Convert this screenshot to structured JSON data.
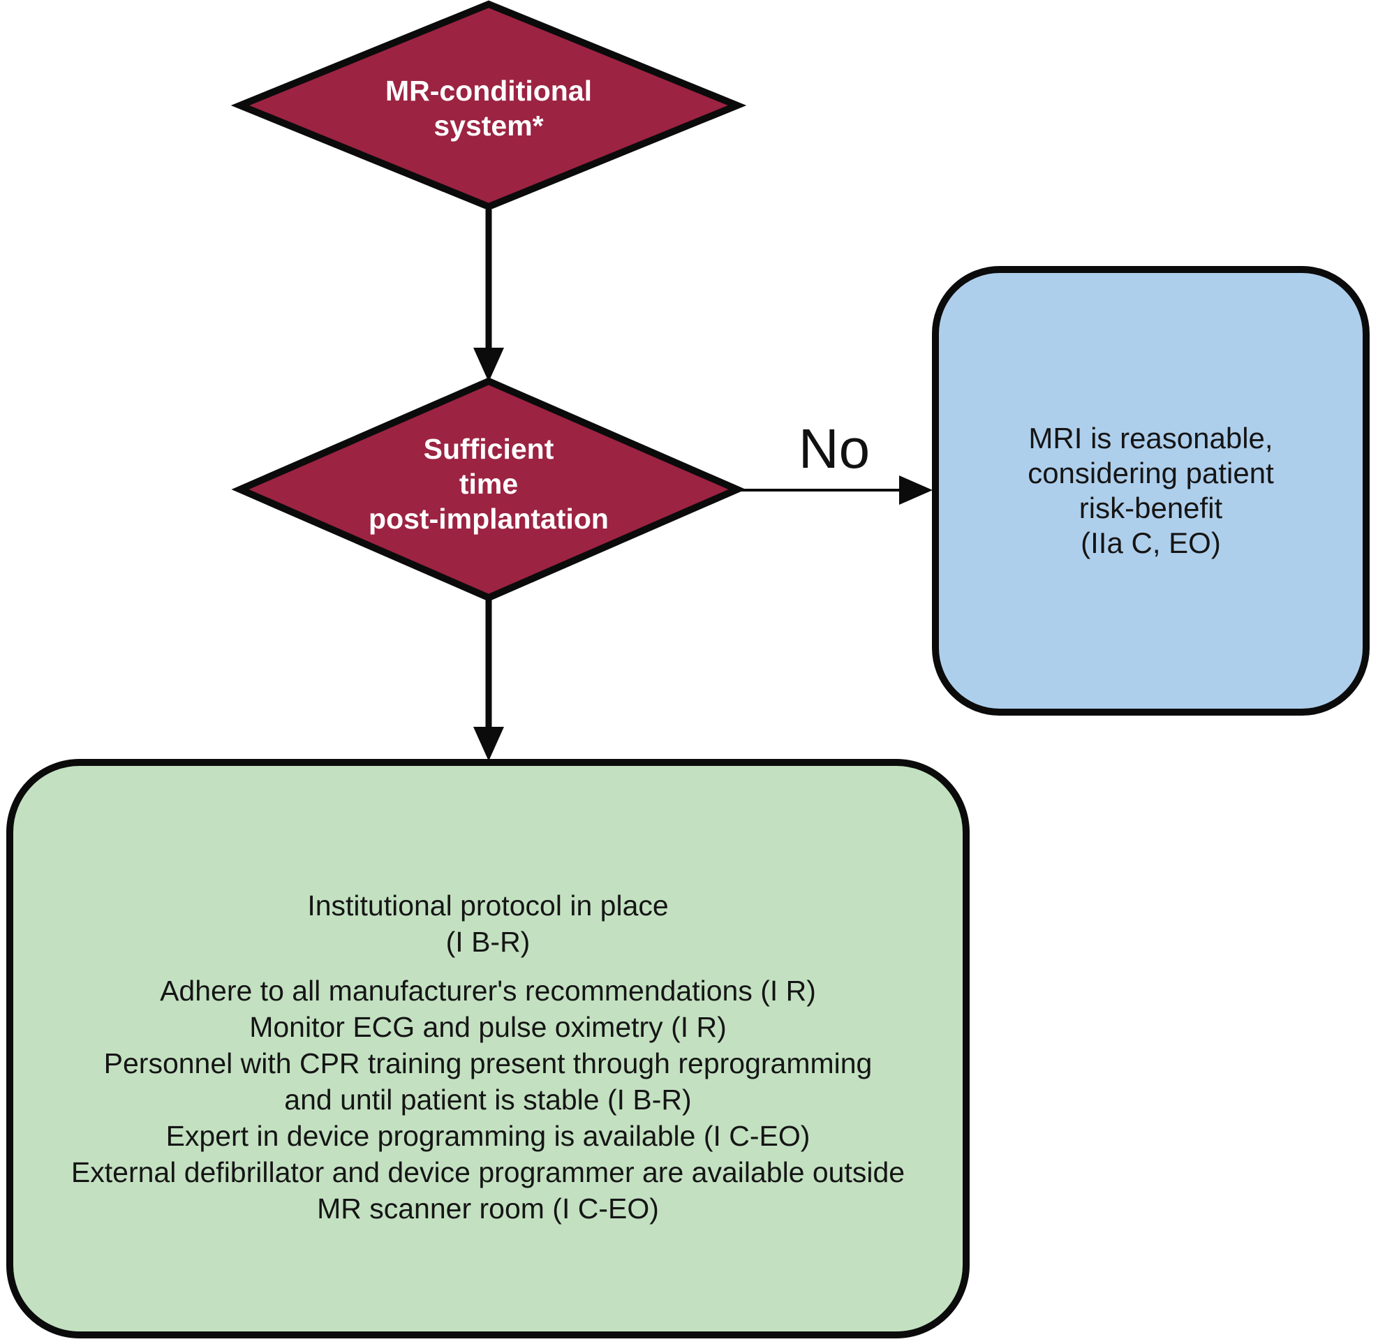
{
  "flowchart": {
    "colors": {
      "decision_fill": "#9c2342",
      "outcome_fill": "#aecfec",
      "protocol_fill": "#c3e1c1",
      "outline": "#0b0b0b"
    },
    "nodes": {
      "mr_conditional": {
        "type": "decision",
        "lines": [
          "MR-conditional",
          "system*"
        ]
      },
      "sufficient_time": {
        "type": "decision",
        "lines": [
          "Sufficient",
          "time",
          "post-implantation"
        ]
      },
      "mri_reasonable": {
        "type": "outcome",
        "lines": [
          "MRI is reasonable,",
          "considering patient",
          "risk-benefit",
          "(IIa C, EO)"
        ]
      },
      "protocol": {
        "type": "outcome",
        "paragraphs": [
          {
            "lines": [
              "Institutional protocol in place",
              "(I B-R)"
            ]
          },
          {
            "lines": [
              "Adhere to all manufacturer's recommendations (I R)",
              "Monitor ECG and pulse oximetry (I R)",
              "Personnel with CPR training present through reprogramming",
              "and until patient is stable (I B-R)",
              "Expert in device programming is available (I C-EO)",
              "External defibrillator and device programmer are available outside",
              "MR scanner room (I C-EO)"
            ]
          }
        ]
      }
    },
    "edges": {
      "no_label": "No"
    }
  }
}
